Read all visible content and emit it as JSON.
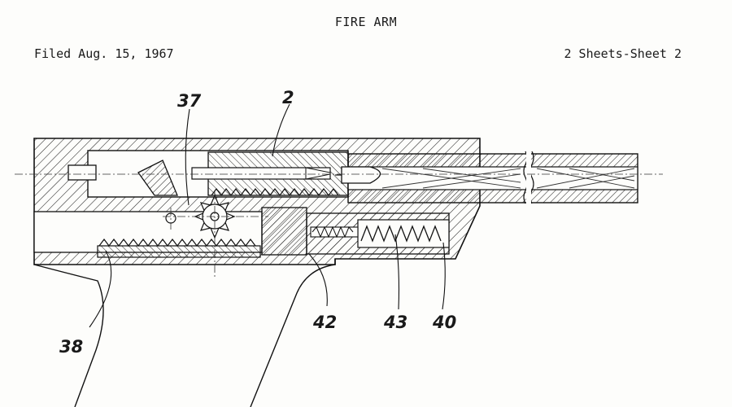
{
  "header": {
    "title": "FIRE ARM",
    "filed": "Filed Aug. 15, 1967",
    "sheets": "2 Sheets-Sheet 2"
  },
  "reference_numerals": {
    "ref_37": "37",
    "ref_2": "2",
    "ref_38": "38",
    "ref_42": "42",
    "ref_43": "43",
    "ref_40": "40"
  }
}
